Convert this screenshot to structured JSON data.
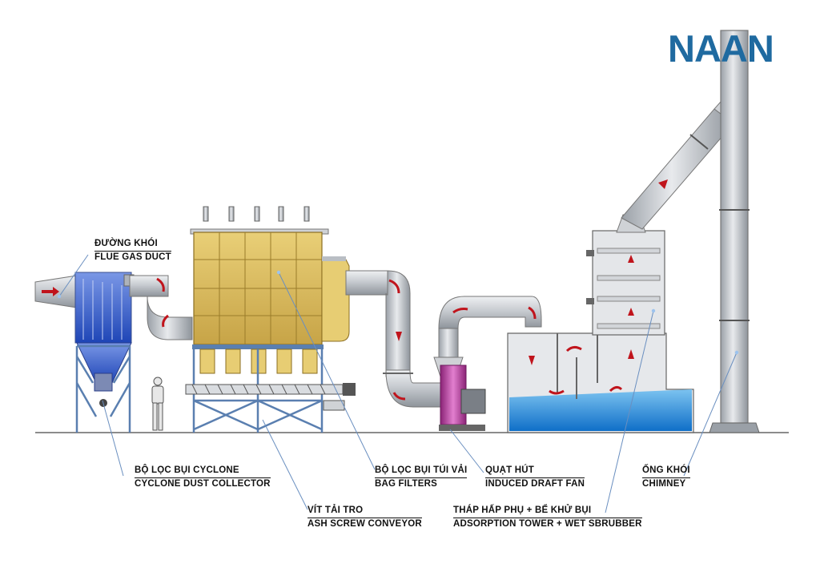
{
  "brand": {
    "name": "NAAN",
    "color": "#1f6aa0"
  },
  "labels": {
    "flue_gas_duct": {
      "vn": "ĐƯỜNG KHÓI",
      "en": "FLUE GAS DUCT"
    },
    "cyclone": {
      "vn": "BỘ LỌC BỤI CYCLONE",
      "en": "CYCLONE DUST COLLECTOR"
    },
    "screw_conveyor": {
      "vn": "VÍT TẢI TRO",
      "en": "ASH SCREW CONVEYOR"
    },
    "bag_filters": {
      "vn": "BỘ LỌC BỤI TÚI VẢI",
      "en": "BAG FILTERS"
    },
    "draft_fan": {
      "vn": "QUẠT HÚT",
      "en": "INDUCED DRAFT FAN"
    },
    "absorption_tower": {
      "vn": "THÁP HẤP PHỤ + BỂ KHỬ BỤI",
      "en": "ADSORPTION TOWER + WET SBRUBBER"
    },
    "chimney": {
      "vn": "ỐNG KHÓI",
      "en": "CHIMNEY"
    }
  },
  "colors": {
    "duct": "#c9ccd1",
    "bag_filter": "#e2c25c",
    "cyclone_blue": "#2c56c8",
    "fan_magenta": "#c23aa8",
    "water": "#1e86d6",
    "arrow": "#c0141c",
    "frame": "#5a7fb0"
  }
}
